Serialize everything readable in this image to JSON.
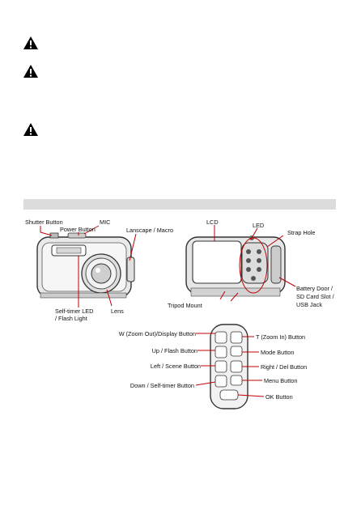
{
  "labels": {
    "shutter_button": "Shutter Button",
    "power_button": "Power Button",
    "mic": "MIC",
    "landscape_macro": "Lanscape / Macro",
    "lcd": "LCD",
    "led": "LED",
    "strap_hole": "Strap Hole",
    "battery_door_1": "Battery Door /",
    "battery_door_2": "SD Card Slot /",
    "battery_door_3": "USB Jack",
    "self_timer_led_1": "Self-timer LED",
    "self_timer_led_2": "/ Flash Light",
    "lens": "Lens",
    "tripod_mount": "Tripod Mount",
    "w_zoom_out": "W (Zoom Out)/Display Button",
    "t_zoom_in": "T (Zoom In) Button",
    "up_flash": "Up / Flash Button",
    "mode": "Mode Button",
    "left_scene": "Left / Scene Button",
    "right_del": "Right / Del Button",
    "menu": "Menu Button",
    "down_self_timer": "Down / Self-timer Button",
    "ok": "OK Button"
  },
  "icons": [
    "warning-icon",
    "warning-icon",
    "warning-icon"
  ],
  "colors": {
    "band": "#dcdcdc",
    "leader": "#c00000",
    "warning": "#000000"
  }
}
